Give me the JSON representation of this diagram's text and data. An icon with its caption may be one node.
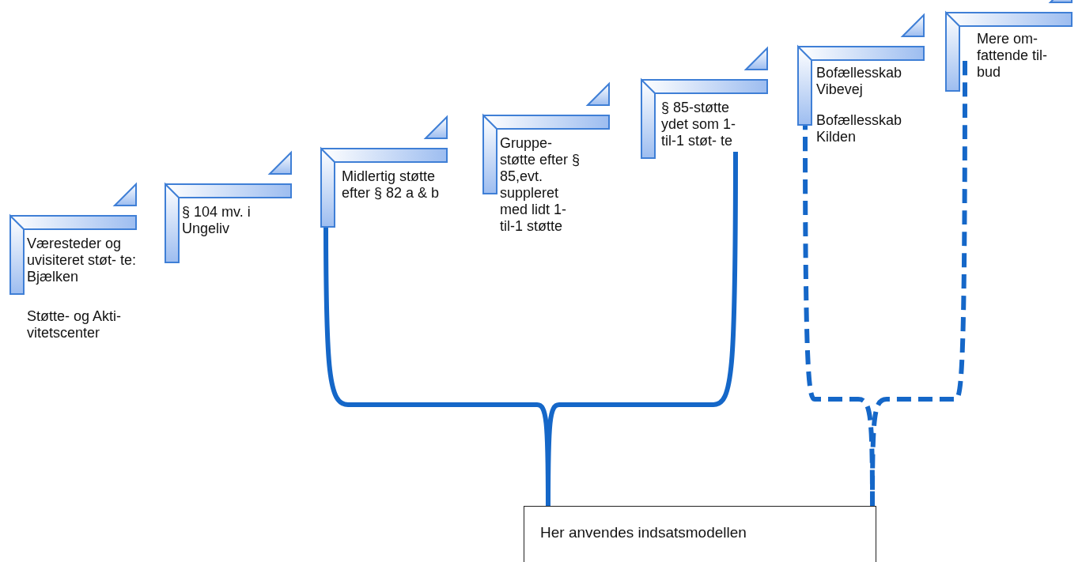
{
  "diagram": {
    "nodes": [
      {
        "text": [
          "Væresteder og uvisiteret støt- te: Bjælken",
          "Støtte- og Akti- vitetscenter"
        ]
      },
      {
        "text": [
          "§ 104 mv.  i Ungeliv"
        ]
      },
      {
        "text": [
          "Midlertig støtte efter § 82 a & b"
        ]
      },
      {
        "text": [
          "Gruppe- støtte efter § 85,evt. suppleret med lidt 1- til-1 støtte"
        ]
      },
      {
        "text": [
          "§ 85-støtte ydet som 1-til-1 støt- te"
        ]
      },
      {
        "text": [
          "Bofællesskab Vibevej",
          "Bofællesskab Kilden"
        ]
      },
      {
        "text": [
          "Mere om- fattende til- bud"
        ]
      },
      {
        "text": [
          "Her anvendes indsatsmodellen"
        ]
      }
    ],
    "edges": [
      {
        "from": 2,
        "to": 7,
        "arrow": "none"
      },
      {
        "from": 4,
        "to": 7,
        "arrow": "none"
      },
      {
        "from": 5,
        "to": 7,
        "arrow": "none",
        "style": "dashed"
      },
      {
        "from": 6,
        "to": 7,
        "arrow": "none",
        "style": "dashed"
      }
    ]
  }
}
